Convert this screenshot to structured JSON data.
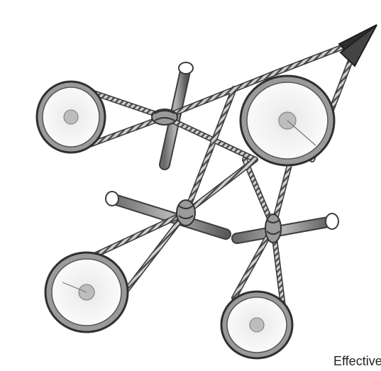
{
  "caption": "Effective",
  "colors": {
    "background": "#ffffff",
    "ink": "#3b3b3b",
    "wood_fill": "#f3f3f3",
    "rope": "#4a4a4a",
    "arrow": "#2e2e2e"
  },
  "icons": [
    "pulley-wheel",
    "wooden-peg",
    "twisted-rope",
    "arrow-head"
  ]
}
